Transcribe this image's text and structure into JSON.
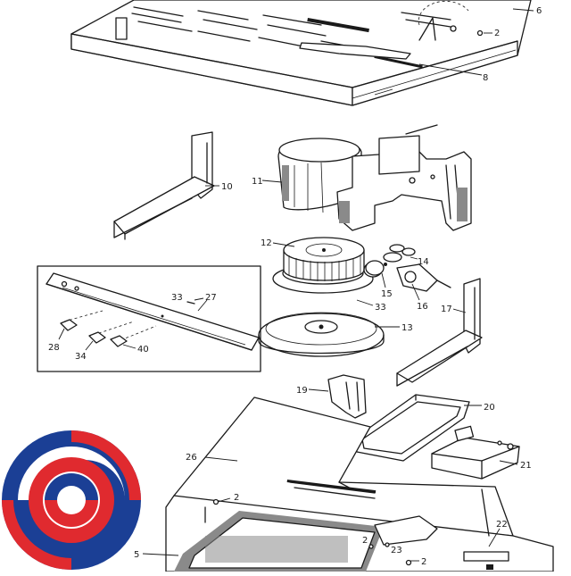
{
  "diagram": {
    "callouts": {
      "c2a": "2",
      "c6": "6",
      "c8": "8",
      "c10": "10",
      "c11": "11",
      "c12": "12",
      "c13": "13",
      "c14": "14",
      "c15": "15",
      "c16": "16",
      "c17": "17",
      "c19": "19",
      "c20": "20",
      "c21": "21",
      "c22": "22",
      "c23": "23",
      "c26": "26",
      "c27": "27",
      "c28": "28",
      "c33a": "33",
      "c33b": "33",
      "c34": "34",
      "c40": "40",
      "c2b": "2",
      "c2c": "2",
      "c2d": "2",
      "c5": "5"
    }
  },
  "logo": {
    "icon": "brand-swirl-logo",
    "colors": {
      "blue": "#1b3f95",
      "red": "#e02a2f",
      "white": "#ffffff"
    }
  }
}
